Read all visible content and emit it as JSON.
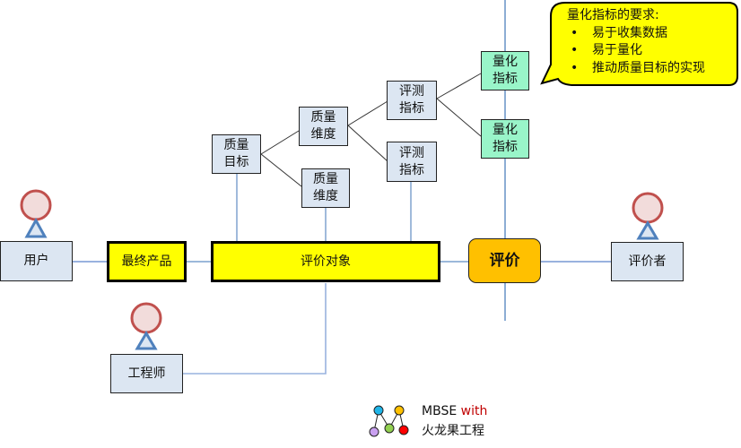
{
  "diagram": {
    "callout": {
      "title": "量化指标的要求:",
      "items": [
        "易于收集数据",
        "易于量化",
        "推动质量目标的实现"
      ],
      "bullet": "•"
    },
    "nodes": {
      "user": "用户",
      "final_product": "最终产品",
      "eval_object": "评价对象",
      "evaluation": "评价",
      "evaluator": "评价者",
      "engineer": "工程师",
      "quality_goal": "质量\n目标",
      "quality_dim_1": "质量\n维度",
      "quality_dim_2": "质量\n维度",
      "metric_1": "评测\n指标",
      "metric_2": "评测\n指标",
      "quant_1": "量化\n指标",
      "quant_2": "量化\n指标"
    },
    "actors": [
      "user-actor",
      "evaluator-actor",
      "engineer-actor"
    ],
    "logo": {
      "line1": "MBSE",
      "with": "with",
      "line2": "火龙果工程"
    },
    "colors": {
      "actor_node": "#dce6f2",
      "quant_node": "#99f5c9",
      "highlight": "#ffff00",
      "evaluation": "#ffc000",
      "connector": "#4f81bd",
      "actor_head": "#c0504d"
    }
  }
}
